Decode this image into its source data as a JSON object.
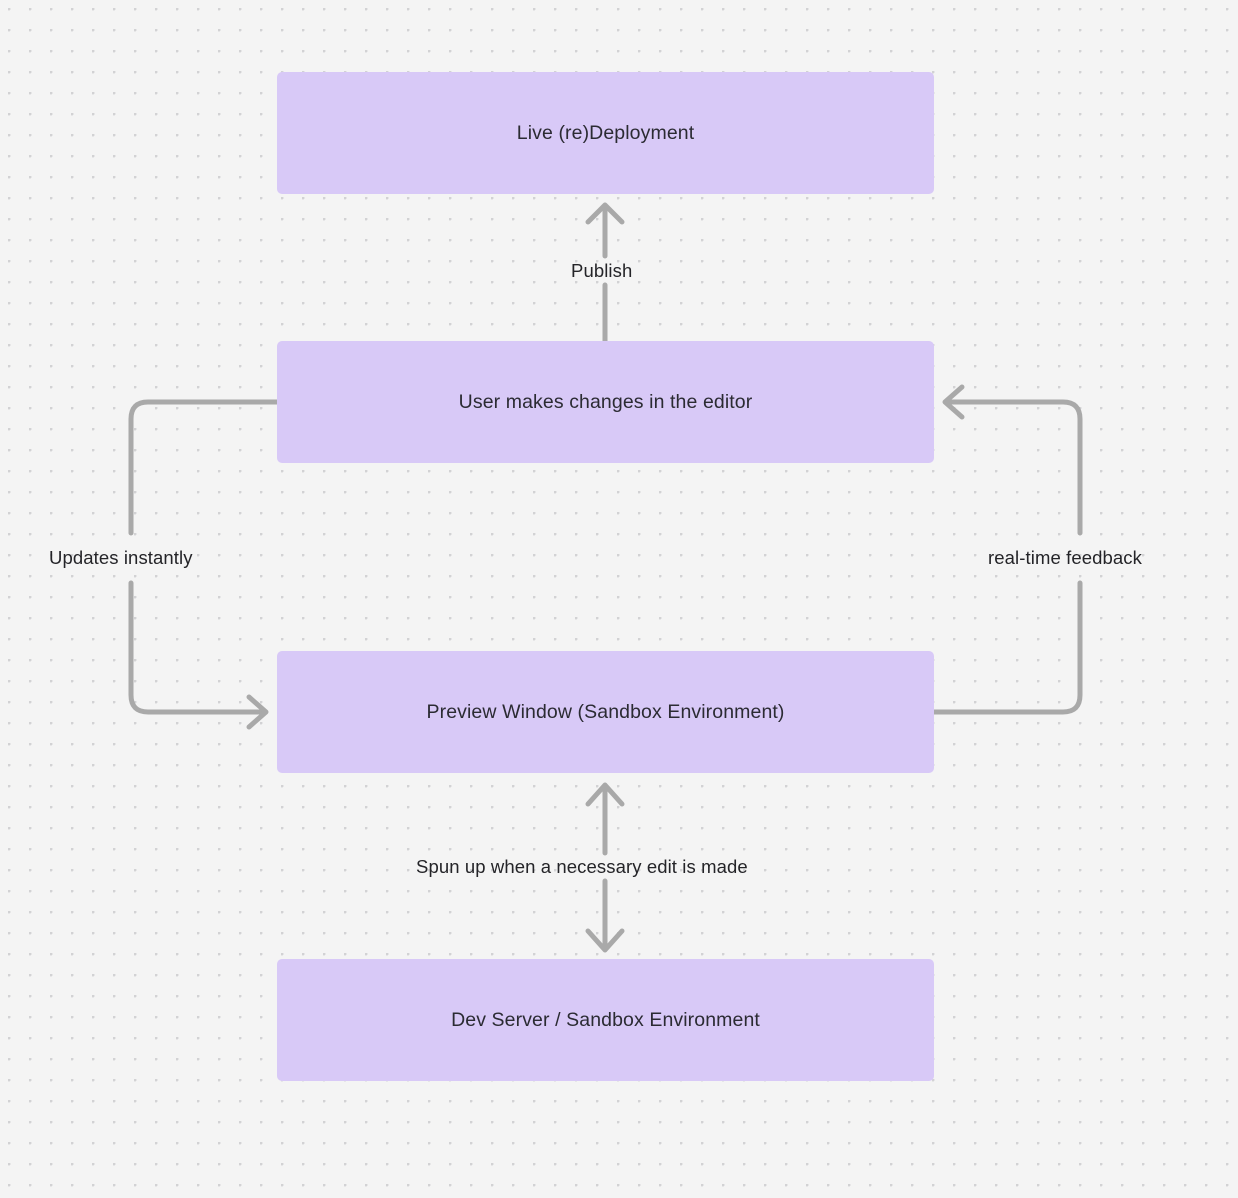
{
  "diagram": {
    "title": "Live deployment and preview sandbox flow",
    "background_color": "#f4f4f4",
    "node_fill": "#d8c9f7",
    "node_text_color": "#2b2b33",
    "edge_color": "#a9a9a9",
    "grid": "dotted",
    "nodes": [
      {
        "id": "live-deployment",
        "label": "Live (re)Deployment"
      },
      {
        "id": "user-edits",
        "label": "User makes changes in the editor"
      },
      {
        "id": "preview-window",
        "label": "Preview Window (Sandbox Environment)"
      },
      {
        "id": "dev-server",
        "label": "Dev Server / Sandbox Environment"
      }
    ],
    "edges": [
      {
        "id": "publish",
        "label": "Publish",
        "from": "user-edits",
        "to": "live-deployment",
        "direction": "up"
      },
      {
        "id": "updates-instantly",
        "label": "Updates instantly",
        "from": "user-edits",
        "to": "preview-window",
        "direction": "down-left-loop"
      },
      {
        "id": "real-time-feedback",
        "label": "real-time feedback",
        "from": "preview-window",
        "to": "user-edits",
        "direction": "up-right-loop"
      },
      {
        "id": "spun-up",
        "label": "Spun up when a necessary edit is made",
        "from": "preview-window",
        "to": "dev-server",
        "direction": "bidirectional"
      }
    ]
  }
}
